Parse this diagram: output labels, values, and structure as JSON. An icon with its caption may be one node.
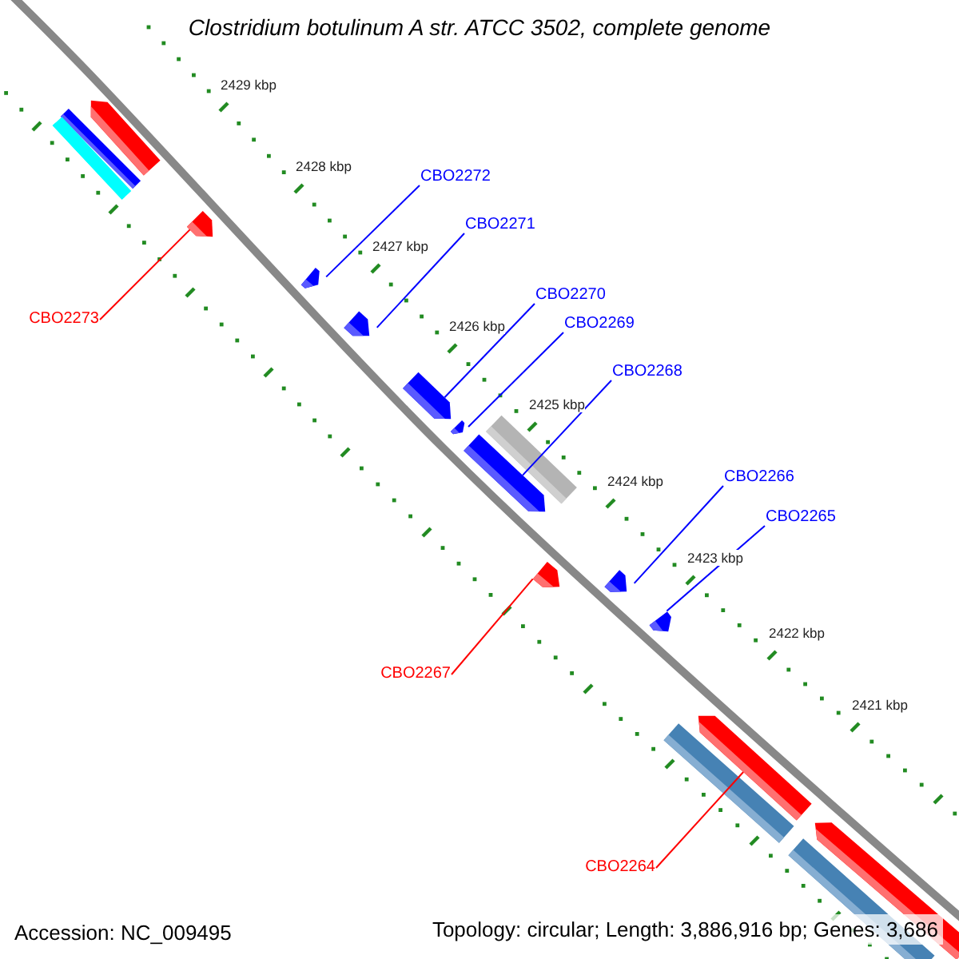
{
  "diagram": {
    "title": "Clostridium botulinum A str. ATCC 3502, complete genome",
    "nodes": [
      {
        "text": [
          "CBO2272"
        ]
      },
      {
        "text": [
          "CBO2271"
        ]
      },
      {
        "text": [
          "CBO2270"
        ]
      },
      {
        "text": [
          "CBO2273"
        ]
      },
      {
        "text": [
          "CBO2269"
        ]
      },
      {
        "text": [
          "CBO2268"
        ]
      },
      {
        "text": [
          "CBO2266"
        ]
      },
      {
        "text": [
          "CBO2265"
        ]
      },
      {
        "text": [
          "CBO2267"
        ]
      },
      {
        "text": [
          "CBO2264"
        ]
      },
      {
        "text": [],
        "shape": "pentagon"
      },
      {
        "text": [],
        "shape": "bar"
      },
      {
        "text": [],
        "shape": "bar"
      },
      {
        "text": [],
        "shape": "pentagon"
      },
      {
        "text": [],
        "shape": "pentagon"
      },
      {
        "text": [],
        "shape": "pentagon"
      },
      {
        "text": [],
        "shape": "pentagon"
      },
      {
        "text": [],
        "shape": "pentagon"
      },
      {
        "text": [],
        "shape": "bar"
      },
      {
        "text": [],
        "shape": "pentagon"
      },
      {
        "text": [],
        "shape": "pentagon"
      },
      {
        "text": [],
        "shape": "pentagon"
      },
      {
        "text": [],
        "shape": "pentagon"
      },
      {
        "text": [],
        "shape": "bar"
      },
      {
        "text": [],
        "shape": "pentagon"
      },
      {
        "text": [],
        "shape": "bar"
      },
      {
        "text": [],
        "shape": "pentagon"
      }
    ],
    "edges": [
      {
        "from": 0,
        "to": 14,
        "arrow": "none"
      },
      {
        "from": 1,
        "to": 15,
        "arrow": "none"
      },
      {
        "from": 2,
        "to": 16,
        "arrow": "none"
      },
      {
        "from": 3,
        "to": 13,
        "arrow": "none",
        "color": "#ff0000"
      },
      {
        "from": 4,
        "to": 17,
        "arrow": "none"
      },
      {
        "from": 5,
        "to": 19,
        "arrow": "none"
      },
      {
        "from": 6,
        "to": 21,
        "arrow": "none"
      },
      {
        "from": 7,
        "to": 22,
        "arrow": "none"
      },
      {
        "from": 8,
        "to": 20,
        "arrow": "none",
        "color": "#ff0000"
      },
      {
        "from": 9,
        "to": 24,
        "arrow": "none",
        "color": "#ff0000"
      }
    ],
    "labels": [
      "2429 kbp",
      "2428 kbp",
      "2427 kbp",
      "2426 kbp",
      "2425 kbp",
      "2424 kbp",
      "2423 kbp",
      "2422 kbp",
      "2421 kbp",
      "Accession: NC_009495",
      "Topology: circular; Length: 3,886,916 bp; Genes: 3,686"
    ]
  }
}
